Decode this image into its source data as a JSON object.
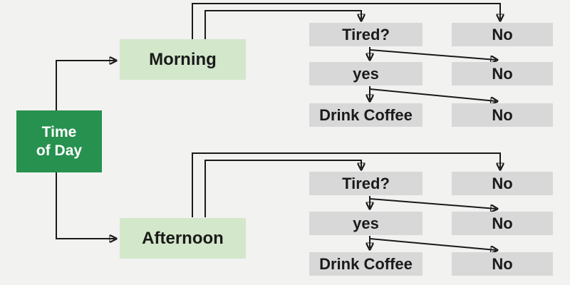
{
  "diagram": {
    "root": {
      "line1": "Time",
      "line2": "of Day"
    },
    "branches": [
      {
        "label": "Morning",
        "steps": [
          {
            "left": "Tired?",
            "right": "No"
          },
          {
            "left": "yes",
            "right": "No"
          },
          {
            "left": "Drink Coffee",
            "right": "No"
          }
        ]
      },
      {
        "label": "Afternoon",
        "steps": [
          {
            "left": "Tired?",
            "right": "No"
          },
          {
            "left": "yes",
            "right": "No"
          },
          {
            "left": "Drink Coffee",
            "right": "No"
          }
        ]
      }
    ],
    "colors": {
      "background": "#f2f2f1",
      "root_fill": "#27914f",
      "branch_fill": "#d3e7ca",
      "step_fill": "#d8d8d8",
      "line": "#1a1a1a"
    }
  }
}
